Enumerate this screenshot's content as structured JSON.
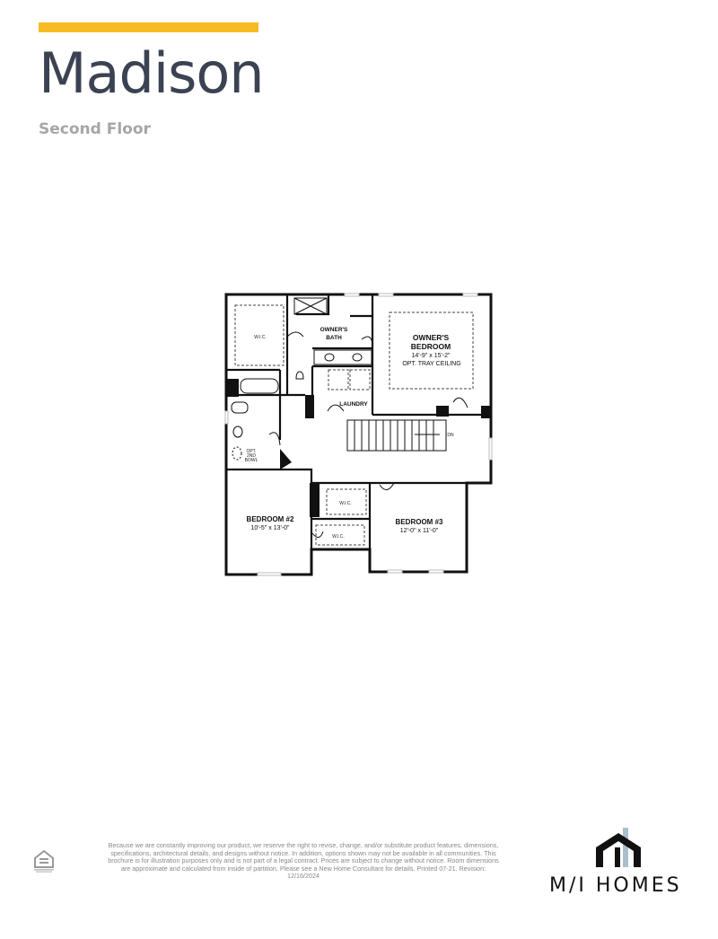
{
  "header": {
    "title": "Madison",
    "subtitle": "Second Floor",
    "accent_color": "#f6bb23"
  },
  "plan": {
    "rooms": {
      "owner_bedroom": {
        "name1": "OWNER'S",
        "name2": "BEDROOM",
        "dims": "14'-9\" x 15'-2\"",
        "note": "OPT. TRAY CEILING"
      },
      "owner_bath": {
        "name1": "OWNER'S",
        "name2": "BATH"
      },
      "laundry": {
        "name": "LAUNDRY"
      },
      "wic_owner": {
        "name": "W.I.C."
      },
      "bedroom2": {
        "name": "BEDROOM #2",
        "dims": "10'-5\" x 13'-0\""
      },
      "bedroom3": {
        "name": "BEDROOM #3",
        "dims": "12'-0\" x 11'-0\""
      },
      "wic_b3": {
        "name": "W.I.C."
      },
      "wic_b2": {
        "name": "W.I.C."
      },
      "opt_bowl": {
        "l1": "OPT.",
        "l2": "2ND",
        "l3": "BOWL"
      },
      "stairs": {
        "label": "DN"
      }
    }
  },
  "footer": {
    "disclaimer": "Because we are constantly improving our product, we reserve the right to revise, change, and/or substitute product features, dimensions, specifications, architectural details, and designs without notice. In addition, options shown may not be available in all communities. This brochure is for illustration purposes only and is not part of a legal contract. Prices are subject to change without notice. Room dimensions are approximate and calculated from inside of partition. Please see a New Home Consultant for details. Printed 07-21. Revision: 12/16/2024",
    "eho_icon": "equal-housing-opportunity-icon",
    "logo_text": "M/I HOMES",
    "logo_accent": "#a9bfcc"
  }
}
